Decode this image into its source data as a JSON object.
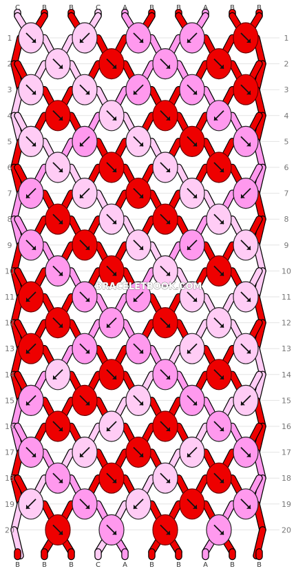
{
  "colors": {
    "A": "#ff99ee",
    "B": "#ee0000",
    "C": "#ffccf5"
  },
  "string_labels_top": [
    "C",
    "B",
    "B",
    "C",
    "A",
    "B",
    "B",
    "A",
    "B",
    "B"
  ],
  "string_labels_bottom": [
    "B",
    "B",
    "B",
    "C",
    "A",
    "B",
    "B",
    "A",
    "B",
    "B"
  ],
  "row_numbers": [
    "1",
    "2",
    "3",
    "4",
    "5",
    "6",
    "7",
    "8",
    "9",
    "10",
    "11",
    "12",
    "13",
    "14",
    "15",
    "16",
    "17",
    "18",
    "19",
    "20"
  ],
  "watermark": "BRACELETBOOK.COM",
  "knot_rows": [
    [
      {
        "c": "C",
        "d": "↘"
      },
      {
        "c": "C",
        "d": "↙"
      },
      {
        "c": "A",
        "d": "↘"
      },
      {
        "c": "A",
        "d": "↙"
      },
      {
        "c": "B",
        "d": "↘"
      }
    ],
    [
      {
        "c": "C",
        "d": "↘"
      },
      {
        "c": "B",
        "d": "↘"
      },
      {
        "c": "A",
        "d": "↘"
      },
      {
        "c": "B",
        "d": "↘"
      }
    ],
    [
      {
        "c": "C",
        "d": "↘"
      },
      {
        "c": "C",
        "d": "↘"
      },
      {
        "c": "A",
        "d": "↙"
      },
      {
        "c": "A",
        "d": "↘"
      },
      {
        "c": "B",
        "d": "↘"
      }
    ],
    [
      {
        "c": "B",
        "d": "↘"
      },
      {
        "c": "C",
        "d": "↘"
      },
      {
        "c": "B",
        "d": "↘"
      },
      {
        "c": "A",
        "d": "↙"
      }
    ],
    [
      {
        "c": "C",
        "d": "↘"
      },
      {
        "c": "A",
        "d": "↙"
      },
      {
        "c": "C",
        "d": "↘"
      },
      {
        "c": "B",
        "d": "↘"
      },
      {
        "c": "A",
        "d": "↘"
      }
    ],
    [
      {
        "c": "C",
        "d": "↘"
      },
      {
        "c": "B",
        "d": "↘"
      },
      {
        "c": "C",
        "d": "↘"
      },
      {
        "c": "B",
        "d": "↘"
      }
    ],
    [
      {
        "c": "A",
        "d": "↙"
      },
      {
        "c": "C",
        "d": "↙"
      },
      {
        "c": "B",
        "d": "↘"
      },
      {
        "c": "C",
        "d": "↘"
      },
      {
        "c": "A",
        "d": "↙"
      }
    ],
    [
      {
        "c": "B",
        "d": "↘"
      },
      {
        "c": "C",
        "d": "↘"
      },
      {
        "c": "B",
        "d": "↘"
      },
      {
        "c": "C",
        "d": "↘"
      }
    ],
    [
      {
        "c": "A",
        "d": "↘"
      },
      {
        "c": "B",
        "d": "↘"
      },
      {
        "c": "C",
        "d": "↘"
      },
      {
        "c": "A",
        "d": "↙"
      },
      {
        "c": "C",
        "d": "↘"
      }
    ],
    [
      {
        "c": "A",
        "d": "↘"
      },
      {
        "c": "B",
        "d": "↘"
      },
      {
        "c": "C",
        "d": "↘"
      },
      {
        "c": "B",
        "d": "↘"
      }
    ],
    [
      {
        "c": "B",
        "d": "↙"
      },
      {
        "c": "A",
        "d": "↘"
      },
      {
        "c": "A",
        "d": "↙"
      },
      {
        "c": "C",
        "d": "↘"
      },
      {
        "c": "C",
        "d": "↘"
      }
    ],
    [
      {
        "c": "B",
        "d": "↘"
      },
      {
        "c": "A",
        "d": "↙"
      },
      {
        "c": "B",
        "d": "↘"
      },
      {
        "c": "C",
        "d": "↘"
      }
    ],
    [
      {
        "c": "B",
        "d": "↙"
      },
      {
        "c": "A",
        "d": "↘"
      },
      {
        "c": "A",
        "d": "↘"
      },
      {
        "c": "C",
        "d": "↙"
      },
      {
        "c": "C",
        "d": "↘"
      }
    ],
    [
      {
        "c": "C",
        "d": "↙"
      },
      {
        "c": "B",
        "d": "↘"
      },
      {
        "c": "A",
        "d": "↘"
      },
      {
        "c": "B",
        "d": "↘"
      }
    ],
    [
      {
        "c": "A",
        "d": "↙"
      },
      {
        "c": "B",
        "d": "↘"
      },
      {
        "c": "C",
        "d": "↘"
      },
      {
        "c": "A",
        "d": "↘"
      },
      {
        "c": "C",
        "d": "↙"
      }
    ],
    [
      {
        "c": "B",
        "d": "↘"
      },
      {
        "c": "C",
        "d": "↙"
      },
      {
        "c": "B",
        "d": "↘"
      },
      {
        "c": "A",
        "d": "↘"
      }
    ],
    [
      {
        "c": "A",
        "d": "↘"
      },
      {
        "c": "C",
        "d": "↙"
      },
      {
        "c": "B",
        "d": "↘"
      },
      {
        "c": "C",
        "d": "↙"
      },
      {
        "c": "A",
        "d": "↘"
      }
    ],
    [
      {
        "c": "A",
        "d": "↘"
      },
      {
        "c": "B",
        "d": "↘"
      },
      {
        "c": "C",
        "d": "↘"
      },
      {
        "c": "B",
        "d": "↘"
      }
    ],
    [
      {
        "c": "C",
        "d": "↙"
      },
      {
        "c": "A",
        "d": "↘"
      },
      {
        "c": "C",
        "d": "↙"
      },
      {
        "c": "B",
        "d": "↘"
      },
      {
        "c": "A",
        "d": "↘"
      }
    ],
    [
      {
        "c": "B",
        "d": "↘"
      },
      {
        "c": "A",
        "d": "↘"
      },
      {
        "c": "B",
        "d": "↘"
      },
      {
        "c": "A",
        "d": "↘"
      }
    ]
  ]
}
